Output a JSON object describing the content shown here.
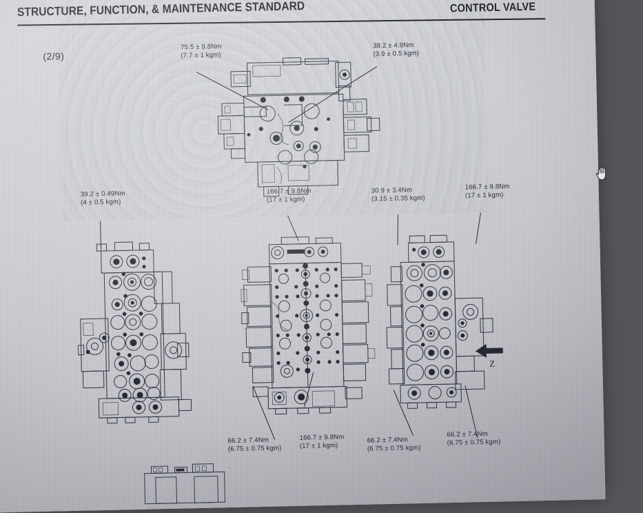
{
  "document": {
    "header_left": "STRUCTURE, FUNCTION, & MAINTENANCE STANDARD",
    "header_right": "CONTROL VALVE",
    "page_number": "(2/9)"
  },
  "callouts": [
    {
      "id": "top-left",
      "line1": "75.5 ± 9.8Nm",
      "line2": "(7.7 ± 1 kgm)"
    },
    {
      "id": "top-right",
      "line1": "38.2 ± 4.9Nm",
      "line2": "(3.9 ± 0.5 kgm)"
    },
    {
      "id": "mid-left",
      "line1": "39.2 ± 0.49Nm",
      "line2": "(4 ± 0.5 kgm)"
    },
    {
      "id": "mid-center",
      "line1": "166.7 ± 9.8Nm",
      "line2": "(17 ± 1 kgm)"
    },
    {
      "id": "mid-right",
      "line1": "30.9 ± 3.4Nm",
      "line2": "(3.15 ± 0.35 kgm)"
    },
    {
      "id": "mid-far-right",
      "line1": "166.7 ± 9.8Nm",
      "line2": "(17 ± 1 kgm)"
    },
    {
      "id": "bot-1",
      "line1": "66.2 ± 7.4Nm",
      "line2": "(6.75 ± 0.75 kgm)"
    },
    {
      "id": "bot-2",
      "line1": "166.7 ± 9.8Nm",
      "line2": "(17 ± 1 kgm)"
    },
    {
      "id": "bot-3",
      "line1": "66.2 ± 7.4Nm",
      "line2": "(6.75 ± 0.75 kgm)"
    },
    {
      "id": "bot-4",
      "line1": "66.2 ± 7.4Nm",
      "line2": "(6.75 ± 0.75 kgm)"
    }
  ],
  "view_marker": {
    "label": "Z",
    "direction": "left"
  },
  "cursor": {
    "icon": "open-hand-cursor"
  },
  "figures": [
    {
      "id": "assembly-top",
      "caption": ""
    },
    {
      "id": "valve-view-left",
      "caption": ""
    },
    {
      "id": "valve-view-center",
      "caption": ""
    },
    {
      "id": "valve-view-right",
      "caption": ""
    },
    {
      "id": "valve-view-bottom-partial",
      "caption": ""
    }
  ]
}
